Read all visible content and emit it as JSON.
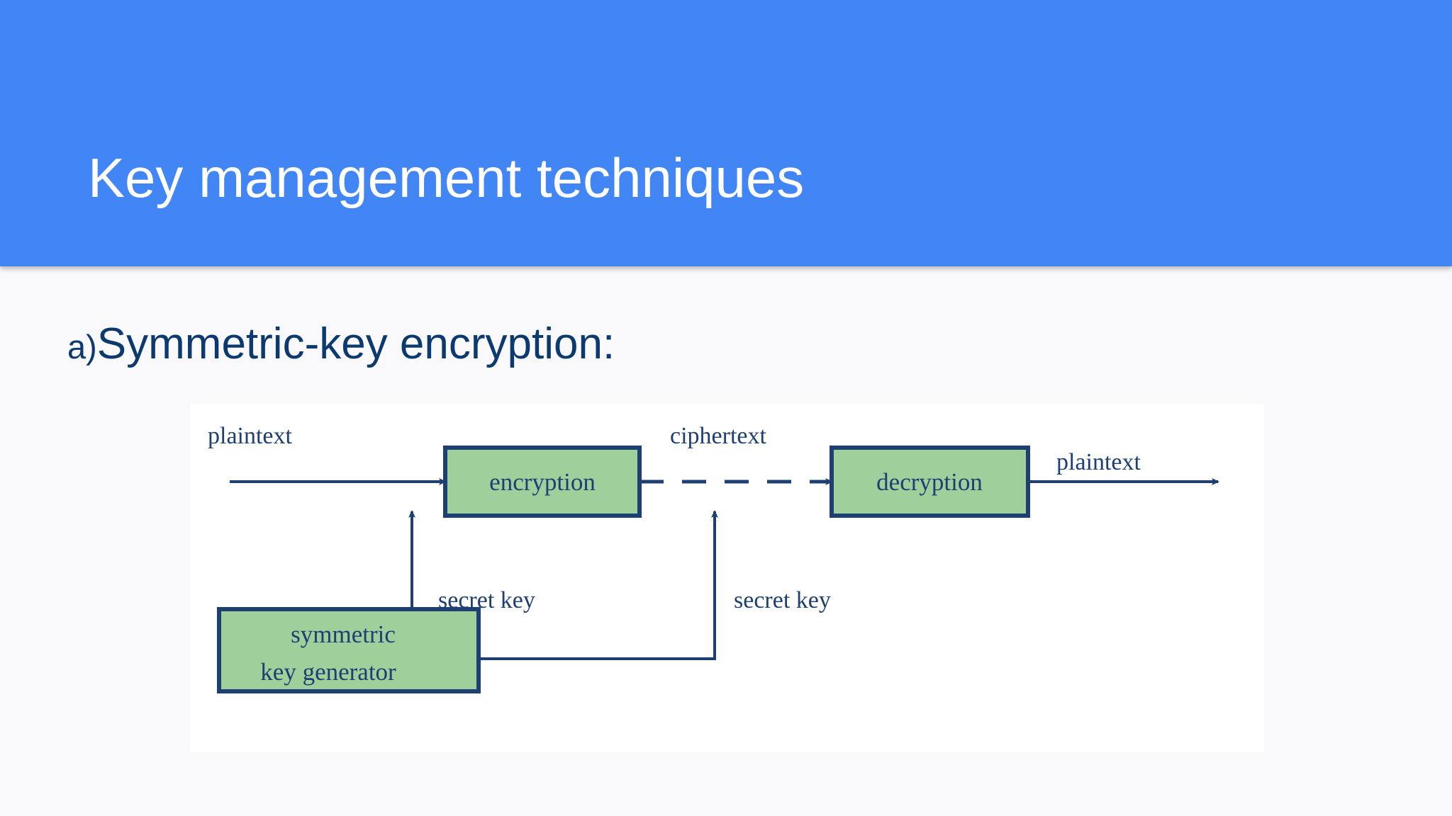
{
  "slide": {
    "header": {
      "title": "Key management techniques",
      "background_color": "#4285f4",
      "title_color": "#ffffff"
    },
    "content": {
      "subtitle_marker": "a)",
      "subtitle_text": "Symmetric-key encryption:",
      "subtitle_color": "#0d3a6e",
      "background_color": "#f9f9fb"
    }
  },
  "diagram": {
    "title": "Symmetric-key encryption flow",
    "panel_background": "#ffffff",
    "box_fill": "#9fd09c",
    "box_border": "#1d3f72",
    "line_color": "#1d3f72",
    "boxes": [
      {
        "id": "encryption",
        "label": "encryption"
      },
      {
        "id": "decryption",
        "label": "decryption"
      },
      {
        "id": "key-generator",
        "label_line1": "symmetric",
        "label_line2": "key generator"
      }
    ],
    "labels": {
      "plaintext_in": "plaintext",
      "ciphertext": "ciphertext",
      "plaintext_out": "plaintext",
      "secret_key_left": "secret key",
      "secret_key_right": "secret key"
    }
  }
}
